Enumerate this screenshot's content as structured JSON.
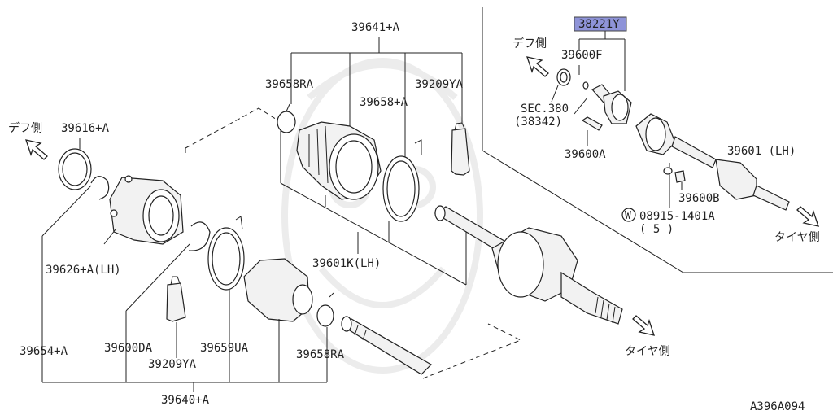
{
  "labels": {
    "assy_top": "39641+A",
    "boot_band_ra_top": "39658RA",
    "boot_top": "39209YA",
    "band_a_top": "39658+A",
    "kit_lh": "39601K(LH)",
    "side_diff_left": "デフ側",
    "snap_ring": "39616+A",
    "housing": "39626+A(LH)",
    "band_left": "39654+A",
    "circlip": "39600DA",
    "grease": "39209YA",
    "band_u": "39659UA",
    "band_ra_bottom": "39658RA",
    "assy_bottom": "39640+A",
    "side_tire_bottom": "タイヤ側",
    "highlight_part": "38221Y",
    "side_diff_right": "デフ側",
    "part_f": "39600F",
    "sec_line1": "SEC.380",
    "sec_line2": "(38342)",
    "bolt": "39600A",
    "shaft_lh": "39601 (LH)",
    "nut": "39600B",
    "washer_mark": "W",
    "washer": "08915-1401A",
    "washer_qty": "( 5 )",
    "side_tire_right": "タイヤ側",
    "diagram_code": "A396A094"
  },
  "colors": {
    "highlight": "#8e93d8",
    "line": "#222222",
    "watermark": "#ececec"
  }
}
